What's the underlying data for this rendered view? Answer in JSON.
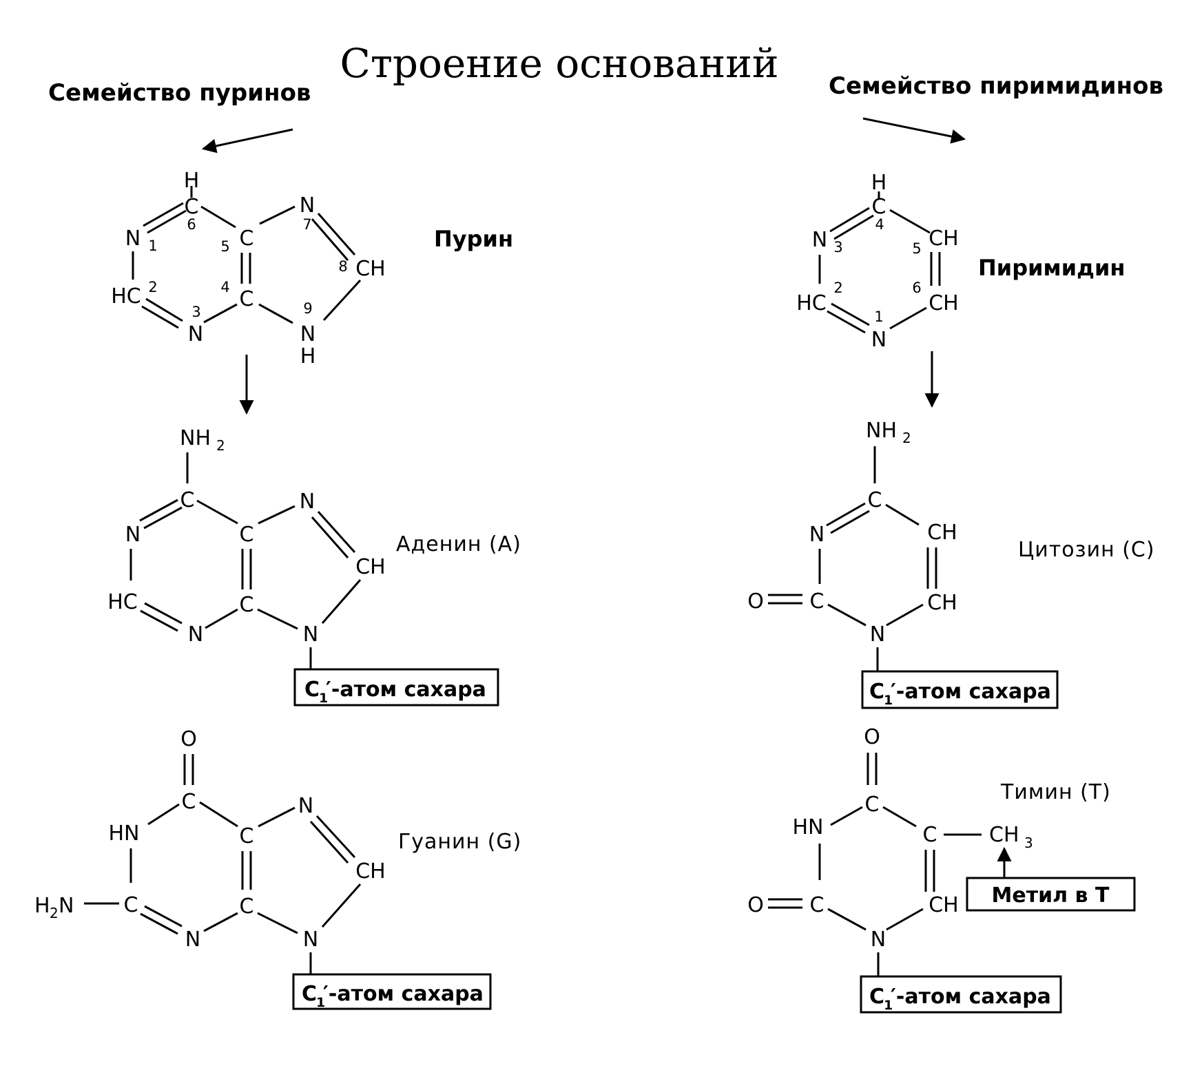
{
  "title": "Строение оснований",
  "purine_family": "Семейство пуринов",
  "pyrimidine_family": "Семейство пиримидинов",
  "molecules": {
    "purine": "Пурин",
    "pyrimidine": "Пиримидин",
    "adenine": "Аденин (А)",
    "guanine": "Гуанин (G)",
    "cytosine": "Цитозин (С)",
    "thymine": "Тимин (Т)"
  },
  "sugar_label": {
    "main": "C",
    "subscript": "1",
    "suffix": "′-атом сахара"
  },
  "methyl_label": "Метил в Т",
  "atoms": {
    "H": "H",
    "C": "C",
    "N": "N",
    "O": "O",
    "HC": "HC",
    "CH": "CH",
    "NH": "N",
    "HN": "HN",
    "NH2": "NH",
    "H2N_H": "H",
    "H2N_N": "N",
    "CH3": "CH",
    "sub2": "2",
    "sub3": "3"
  },
  "purine_numbers": [
    "1",
    "2",
    "3",
    "4",
    "5",
    "6",
    "7",
    "8",
    "9"
  ],
  "pyrimidine_numbers": [
    "1",
    "2",
    "3",
    "4",
    "5",
    "6"
  ]
}
